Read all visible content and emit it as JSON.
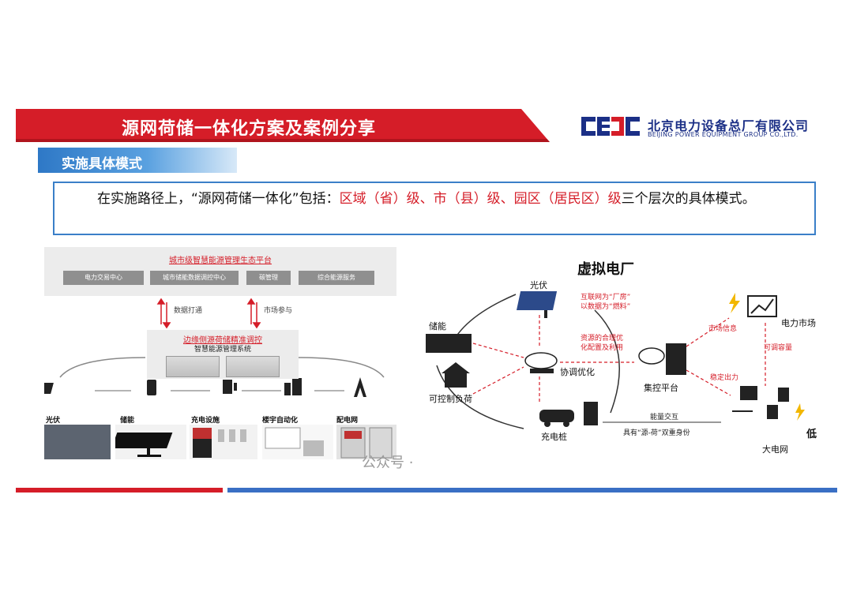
{
  "header": {
    "title": "源网荷储一体化方案及案例分享",
    "brand_cn": "北京电力设备总厂有限公司",
    "brand_en": "BEIJING POWER EQUIPMENT GROUP CO.,LTD.",
    "section_tab": "实施具体模式"
  },
  "intro": {
    "part1": "在实施路径上，“源网荷储一体化”包括：",
    "part2": "区域（省）级、市（县）级、园区（居民区）级",
    "part3": "三个层次的具体模式。"
  },
  "left_panel": {
    "platform_title": "城市级智慧能源管理生态平台",
    "platform_boxes": [
      "电力交易中心",
      "城市储能数据调控中心",
      "碳管理",
      "综合能源服务"
    ],
    "arrow1_label": "数据打通",
    "arrow2_label": "市场参与",
    "edge_title": "边缘侧源荷储精准调控",
    "edge_subtitle": "智慧能源管理系统",
    "categories": [
      "光伏",
      "储能",
      "充电设施",
      "楼宇自动化",
      "配电网"
    ]
  },
  "right_panel": {
    "title": "虚拟电厂",
    "pv": "光伏",
    "storage": "储能",
    "load": "可控制负荷",
    "charging": "充电桩",
    "coord": "协调优化",
    "center": "集控平台",
    "market": "电力市场",
    "grid": "大电网",
    "low": "低",
    "internet_note": [
      "互联网为“厂房”",
      "以数据为“燃料”"
    ],
    "resource_note": [
      "资源的合理优",
      "化配置及利用"
    ],
    "market_info": "市场信息",
    "adjustable": "可调容量",
    "stable_output": "稳定出力",
    "energy_exchange": "能量交互",
    "dual_identity": "具有“源-荷”双重身份"
  },
  "watermark": "公众号 ·",
  "colors": {
    "red": "#d51d28",
    "blue": "#3a6fc4",
    "navy": "#1b2f86"
  }
}
